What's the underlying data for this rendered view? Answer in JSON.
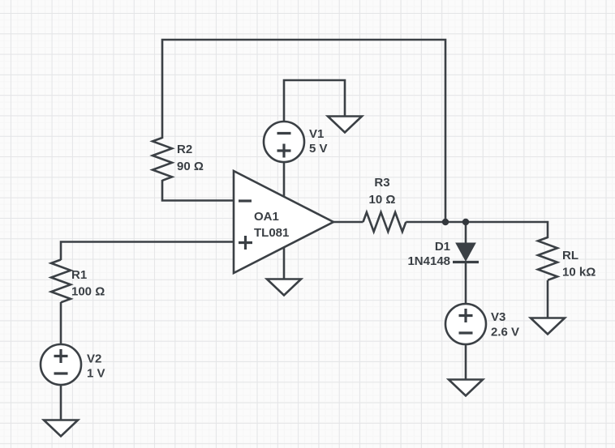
{
  "app": {
    "view": "circuit-schematic"
  },
  "palette": {
    "stroke": "#3b4045",
    "background": "#fbfbfb",
    "grid_major": "#e4e5e7",
    "grid_minor": "#f6f6f6",
    "component_fill": "#ffffff",
    "diode_fill": "#3b4045"
  },
  "components": {
    "opamp_oa1": {
      "name": "OA1",
      "part": "TL081",
      "inverting_symbol": "−",
      "noninverting_symbol": "+"
    },
    "resistor_r1": {
      "name": "R1",
      "value": "100 Ω"
    },
    "resistor_r2": {
      "name": "R2",
      "value": "90 Ω"
    },
    "resistor_r3": {
      "name": "R3",
      "value": "10 Ω"
    },
    "resistor_rl": {
      "name": "RL",
      "value": "10 kΩ"
    },
    "source_v1": {
      "name": "V1",
      "value": "5 V",
      "top_polarity": "−",
      "bottom_polarity": "+"
    },
    "source_v2": {
      "name": "V2",
      "value": "1 V",
      "top_polarity": "+",
      "bottom_polarity": "−"
    },
    "source_v3": {
      "name": "V3",
      "value": "2.6 V",
      "top_polarity": "+",
      "bottom_polarity": "−"
    },
    "diode_d1": {
      "name": "D1",
      "value": "1N4148"
    }
  },
  "icons": {
    "ground-icon": "downward open triangle",
    "junction-dot-icon": "filled circle node",
    "plus-icon": "+",
    "minus-icon": "−"
  }
}
